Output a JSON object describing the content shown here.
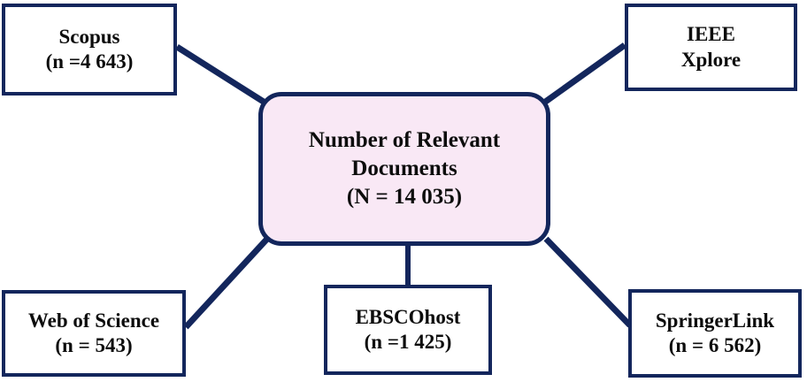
{
  "diagram": {
    "type": "hub-and-spoke-flow",
    "title_text": "Number of Relevant Documents",
    "colors": {
      "border": "#13265c",
      "center_fill": "#f9e8f5",
      "box_fill": "#ffffff",
      "text": "#0d0d0d",
      "connector": "#13265c"
    },
    "center": {
      "name": "Number of Relevant Documents",
      "label_line1": "Number of Relevant",
      "label_line2": "Documents",
      "count_label": "(N = 14 035)",
      "count_value": 14035,
      "count_symbol": "N"
    },
    "sources": [
      {
        "id": "scopus",
        "label": "Scopus",
        "count_label": "(n =4 643)",
        "count_value": 4643,
        "position": "top-left"
      },
      {
        "id": "ieee",
        "label_line1": "IEEE",
        "label_line2": "Xplore",
        "count_label": "",
        "count_value": null,
        "position": "top-right"
      },
      {
        "id": "web-of-science",
        "label": "Web of Science",
        "count_label": "(n = 543)",
        "count_value": 543,
        "position": "bottom-left"
      },
      {
        "id": "ebscohost",
        "label": "EBSCOhost",
        "count_label": "(n =1 425)",
        "count_value": 1425,
        "position": "bottom-center"
      },
      {
        "id": "springerlink",
        "label": "SpringerLink",
        "count_label": "(n = 6 562)",
        "count_value": 6562,
        "position": "bottom-right"
      }
    ],
    "connectors": [
      {
        "from": "scopus",
        "to": "center",
        "kind": "diagonal"
      },
      {
        "from": "ieee",
        "to": "center",
        "kind": "diagonal"
      },
      {
        "from": "web-of-science",
        "to": "center",
        "kind": "diagonal"
      },
      {
        "from": "ebscohost",
        "to": "center",
        "kind": "vertical"
      },
      {
        "from": "springerlink",
        "to": "center",
        "kind": "diagonal"
      }
    ]
  }
}
